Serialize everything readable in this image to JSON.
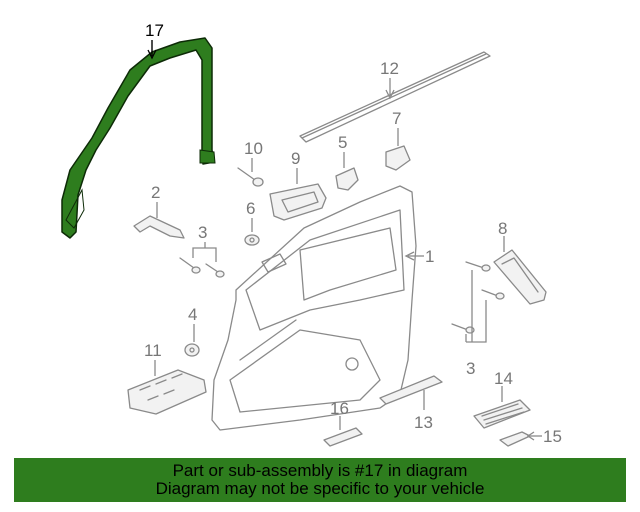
{
  "callouts": {
    "p1": "1",
    "p2": "2",
    "p3a": "3",
    "p3b": "3",
    "p4": "4",
    "p5": "5",
    "p6": "6",
    "p7": "7",
    "p8": "8",
    "p9": "9",
    "p10": "10",
    "p11": "11",
    "p12": "12",
    "p13": "13",
    "p14": "14",
    "p15": "15",
    "p16": "16",
    "p17": "17"
  },
  "banner": {
    "line1": "Part or sub-assembly is #17 in diagram",
    "line2": "Diagram may not be specific to your vehicle"
  },
  "colors": {
    "highlight_fill": "#2e7d1e",
    "banner_bg": "#2e7d1e",
    "part_stroke": "#8a8a8a"
  }
}
